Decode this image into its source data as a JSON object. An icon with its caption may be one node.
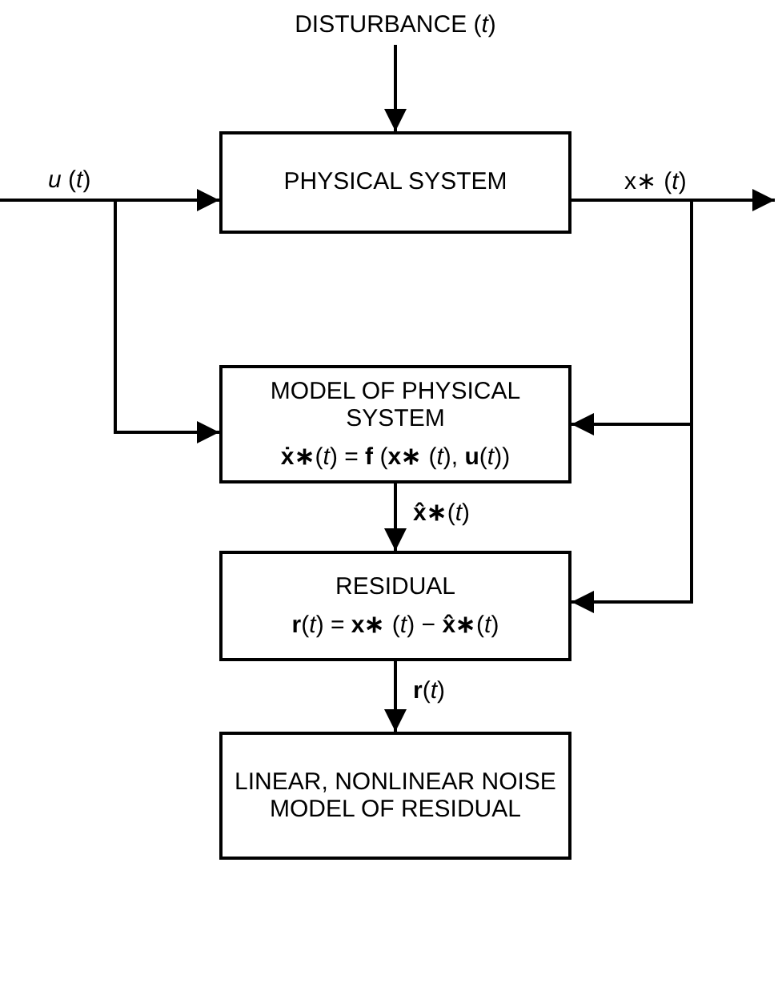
{
  "diagram": {
    "nodes": [
      {
        "text": [
          "DISTURBANCE (*t*)"
        ]
      },
      {
        "text": [
          "PHYSICAL SYSTEM"
        ]
      },
      {
        "text": [
          "MODEL OF PHYSICAL SYSTEM",
          "**ẋ∗**(*t*) = **f** (**x∗** (*t*), **u**(*t*))"
        ]
      },
      {
        "text": [
          "RESIDUAL",
          "**r**(*t*) = **x∗** (*t*) − **x̂∗**(*t*)"
        ]
      },
      {
        "text": [
          "LINEAR, NONLINEAR NOISE MODEL OF RESIDUAL"
        ]
      }
    ],
    "edges": [
      {
        "from": 0,
        "to": 1,
        "arrow": "to"
      },
      {
        "from": null,
        "to": 1,
        "arrow": "to",
        "label": "*u* (*t*)"
      },
      {
        "from": null,
        "to": 2,
        "arrow": "to"
      },
      {
        "from": 1,
        "to": null,
        "arrow": "to",
        "label": "x∗ (*t*)"
      },
      {
        "from": 1,
        "to": 2,
        "arrow": "to"
      },
      {
        "from": 1,
        "to": 3,
        "arrow": "to"
      },
      {
        "from": 2,
        "to": 3,
        "arrow": "to",
        "label": "**x̂∗**(*t*)"
      },
      {
        "from": 3,
        "to": 4,
        "arrow": "to",
        "label": "**r**(*t*)"
      }
    ]
  }
}
